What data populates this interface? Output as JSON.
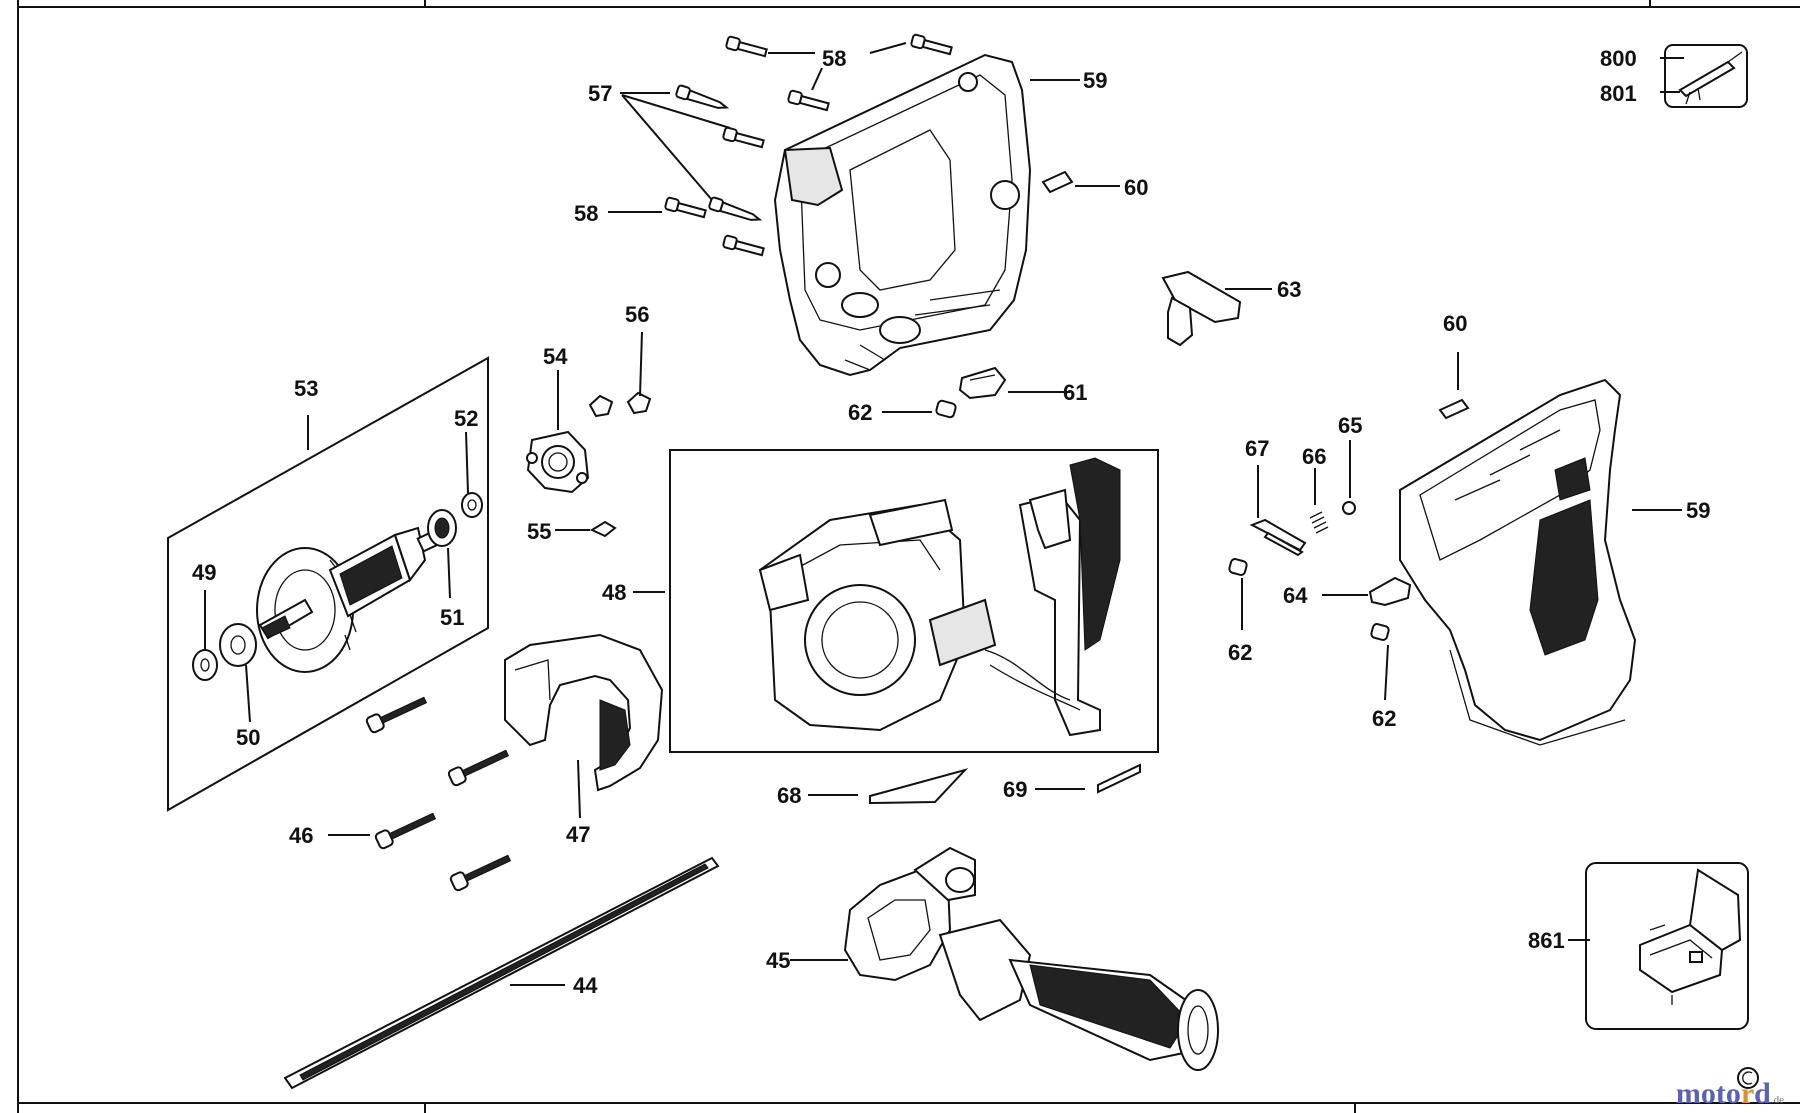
{
  "callouts": {
    "c44": "44",
    "c45": "45",
    "c46": "46",
    "c47": "47",
    "c48": "48",
    "c49": "49",
    "c50": "50",
    "c51": "51",
    "c52": "52",
    "c53": "53",
    "c54": "54",
    "c55": "55",
    "c56": "56",
    "c57": "57",
    "c58a": "58",
    "c58b": "58",
    "c59a": "59",
    "c59b": "59",
    "c60a": "60",
    "c60b": "60",
    "c61": "61",
    "c62a": "62",
    "c62b": "62",
    "c62c": "62",
    "c63": "63",
    "c64": "64",
    "c65": "65",
    "c66": "66",
    "c67": "67",
    "c68": "68",
    "c69": "69",
    "c800": "800",
    "c801": "801",
    "c861": "861"
  },
  "watermark": {
    "part1": "moto",
    "part2": "r",
    "part3": "d",
    "suffix": ".de"
  }
}
